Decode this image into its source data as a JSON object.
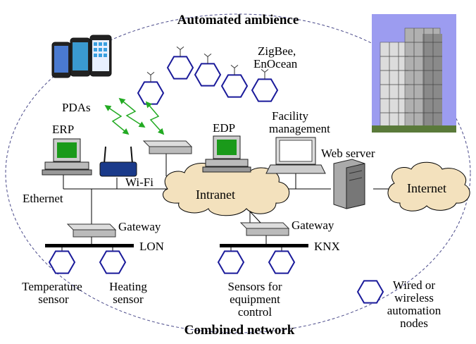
{
  "title_top": "Automated ambience",
  "title_bottom": "Combined network",
  "labels": {
    "pdas": "PDAs",
    "zigbee_line1": "ZigBee,",
    "zigbee_line2": "EnOcean",
    "erp": "ERP",
    "edp": "EDP",
    "facility_line1": "Facility",
    "facility_line2": "management",
    "web_server": "Web server",
    "wifi": "Wi-Fi",
    "intranet": "Intranet",
    "internet": "Internet",
    "ethernet": "Ethernet",
    "gateway_left": "Gateway",
    "gateway_right": "Gateway",
    "lon": "LON",
    "knx": "KNX",
    "temp_line1": "Temperature",
    "temp_line2": "sensor",
    "heating_line1": "Heating",
    "heating_line2": "sensor",
    "sensors_line1": "Sensors for",
    "sensors_line2": "equipment",
    "sensors_line3": "control",
    "legend_line1": "Wired or",
    "legend_line2": "wireless",
    "legend_line3": "automation",
    "legend_line4": "nodes"
  },
  "colors": {
    "node_stroke": "#1a1a9a",
    "cloud_fill": "#f3e1bd",
    "wireless_arrow": "#22aa22",
    "boundary": "#4a4a8a",
    "building_sky": "#9c9cf0",
    "monitor_screen": "#1a9a1a"
  }
}
